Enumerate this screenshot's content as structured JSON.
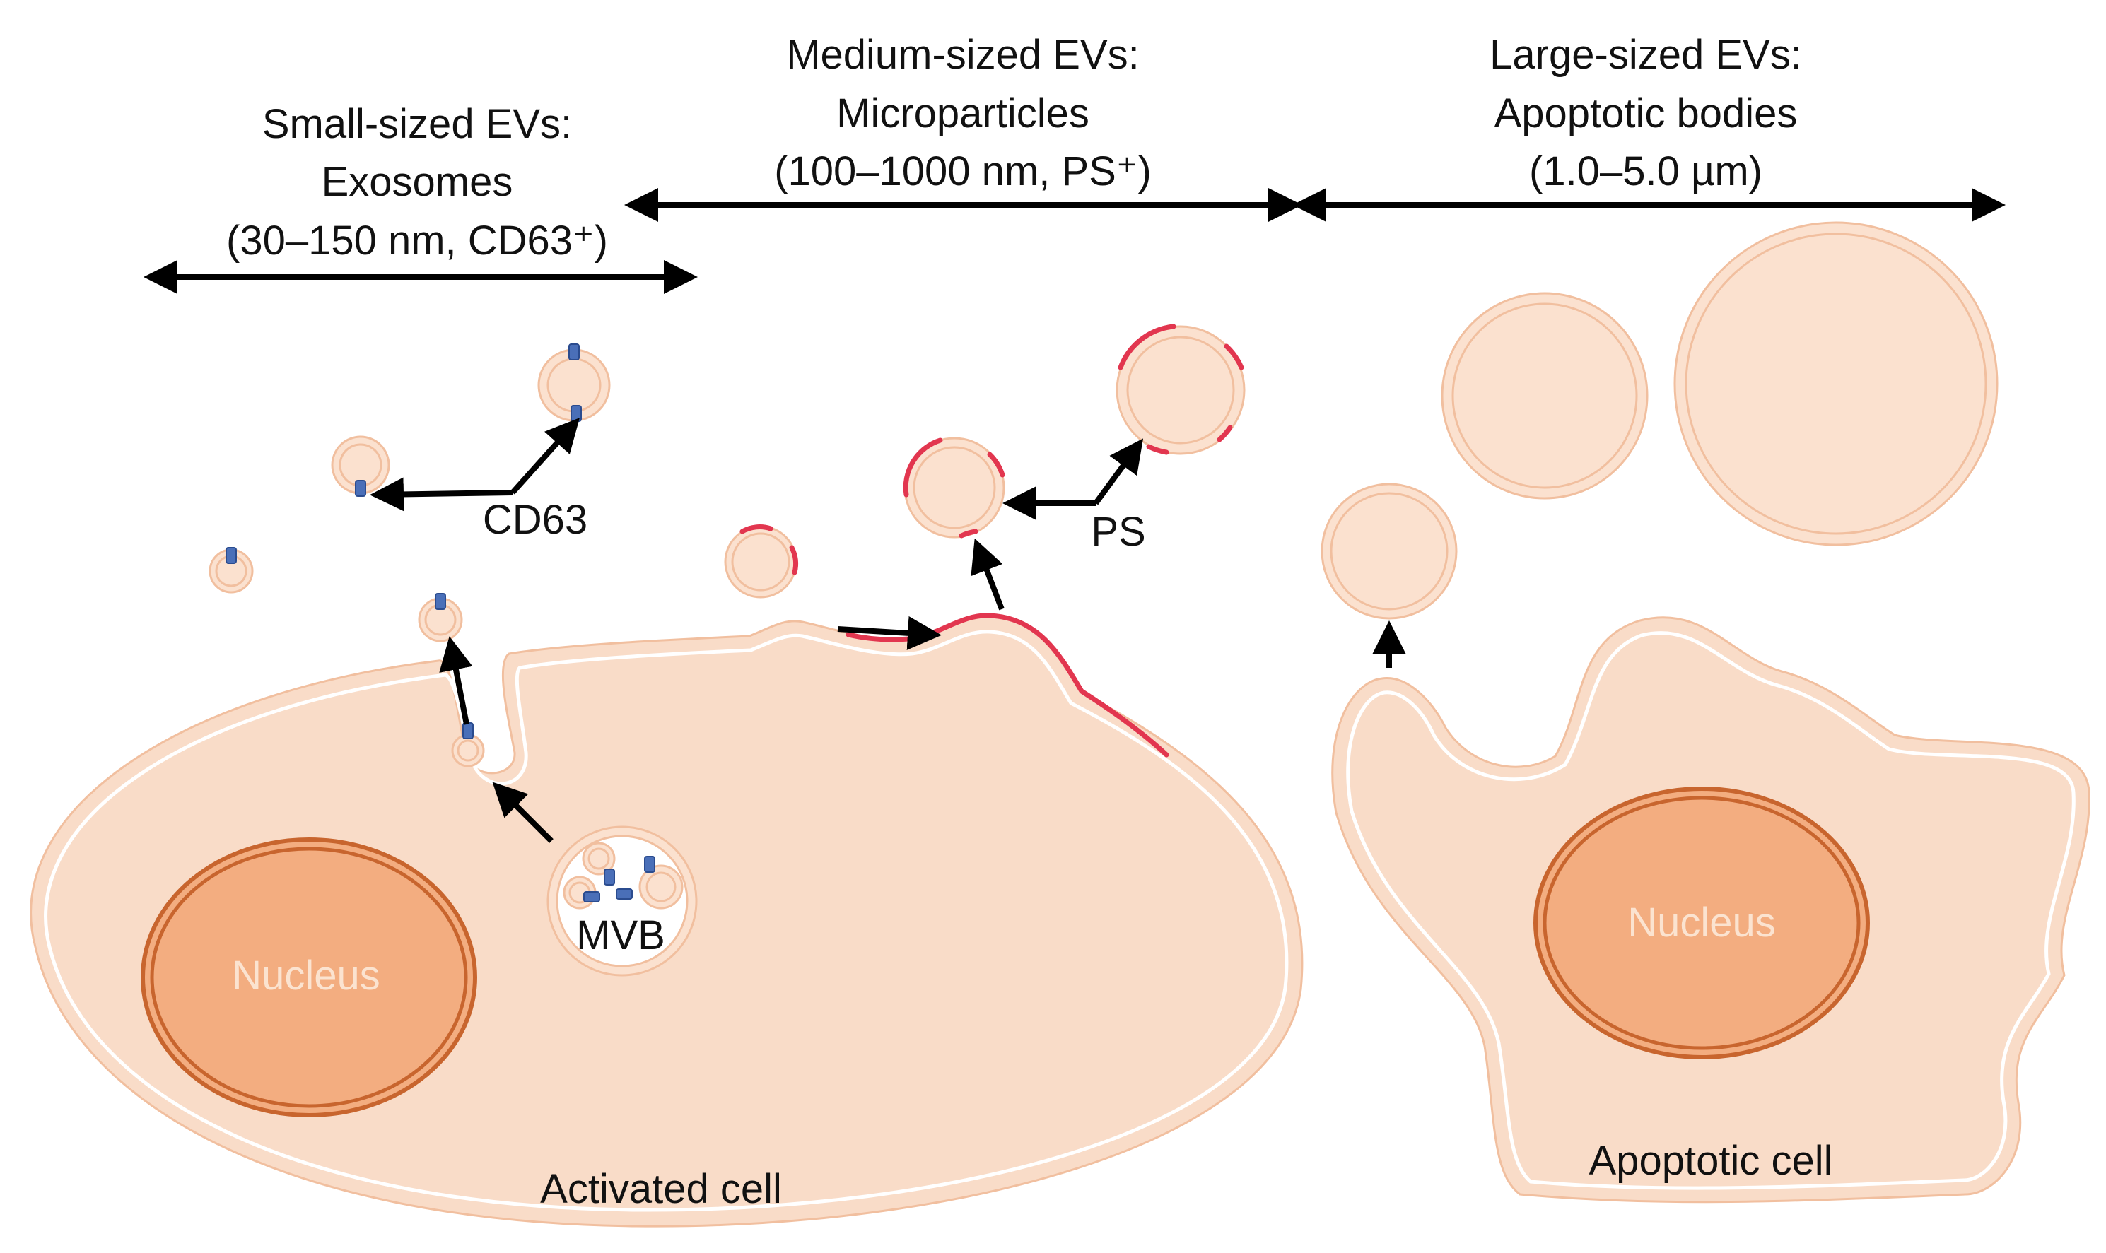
{
  "headings": {
    "small": {
      "line1": "Small-sized EVs:",
      "line2": "Exosomes",
      "line3": "(30–150 nm, CD63⁺)"
    },
    "medium": {
      "line1": "Medium-sized EVs:",
      "line2": "Microparticles",
      "line3": "(100–1000 nm, PS⁺)"
    },
    "large": {
      "line1": "Large-sized EVs:",
      "line2": "Apoptotic bodies",
      "line3": "(1.0–5.0 µm)"
    }
  },
  "labels": {
    "cd63": "CD63",
    "ps": "PS",
    "mvb": "MVB",
    "nucleus_left": "Nucleus",
    "nucleus_right": "Nucleus",
    "activated_cell": "Activated cell",
    "apoptotic_cell": "Apoptotic cell"
  },
  "colors": {
    "cytoplasm": "#fbe1cf",
    "membrane": "#f1bf9f",
    "nucleus": "#f3ad80",
    "nucleus_border": "#c8652e",
    "cd63_marker": "#4a6fb8",
    "ps_marker": "#e2364f",
    "arrow": "#000000"
  }
}
